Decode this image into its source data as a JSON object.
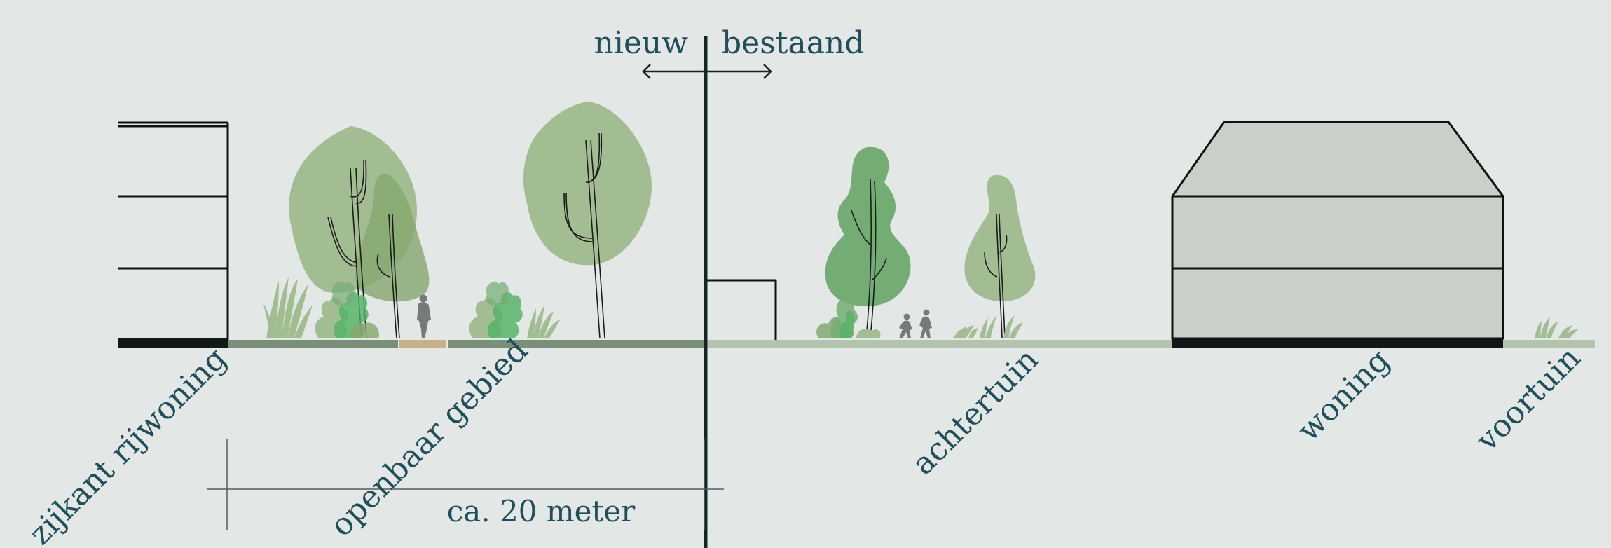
{
  "divider": {
    "left_label": "nieuw",
    "right_label": "bestaand"
  },
  "zones": {
    "zijkant": "zijkant rijwoning",
    "openbaar": "openbaar gebied",
    "achtertuin": "achtertuin",
    "woning": "woning",
    "voortuin": "voortuin"
  },
  "scale_bar": {
    "label": "ca. 20 meter"
  },
  "colors": {
    "background": "#e3e7e6",
    "text": "#1f4f5b",
    "line": "#132525",
    "ground_dark": "#111817",
    "ground_public": "#7a8f78",
    "ground_garden": "#b3c3ad",
    "path": "#c8b08a",
    "tree_light": "#a3bd93",
    "tree_mid": "#85a86e",
    "tree_dark": "#74ad74",
    "shrub_green": "#4fb262",
    "house_fill": "#c9d0c8",
    "figure": "#777a7a"
  }
}
